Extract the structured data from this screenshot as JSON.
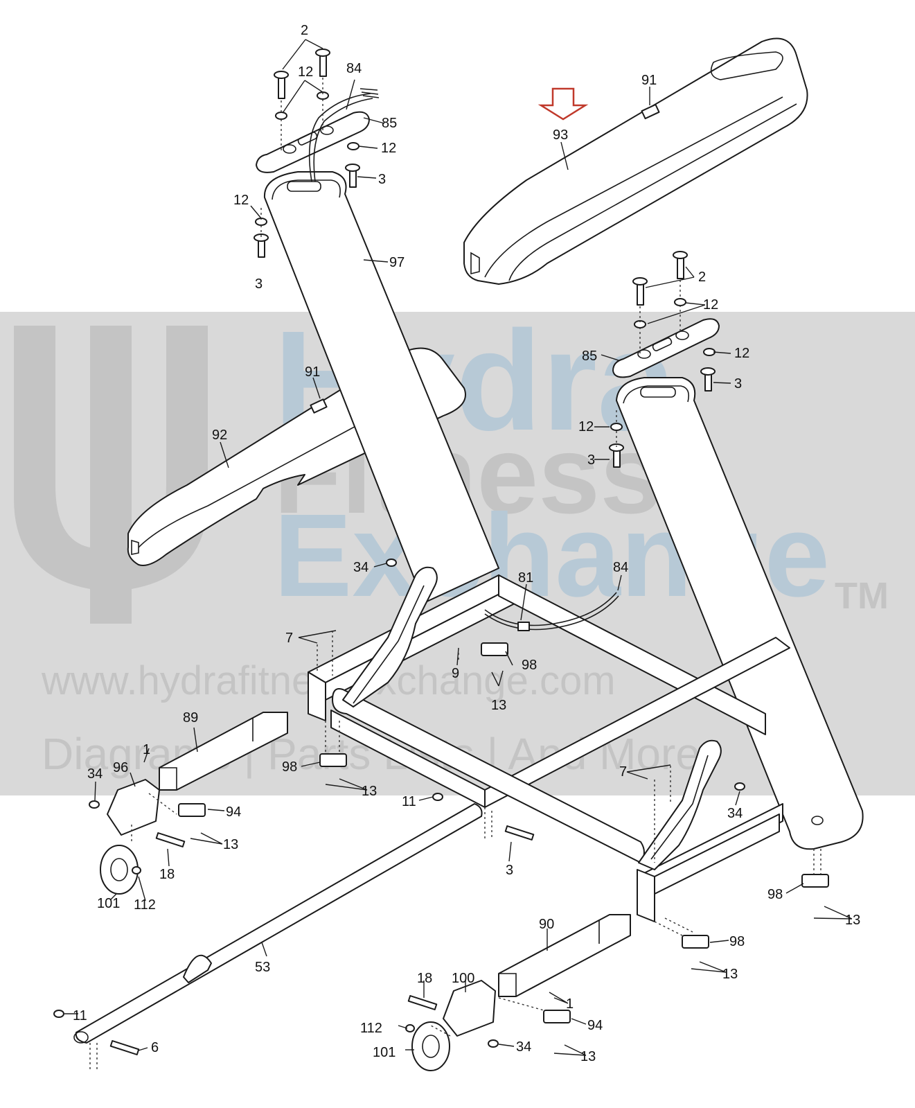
{
  "watermark": {
    "brand_line1": "Hydra",
    "brand_line2": "Fitness",
    "brand_line3": "Exchange",
    "trademark": "TM",
    "url": "www.hydrafitnessexchange.com",
    "tagline": "Diagrams | Parts Lists | And More",
    "colors": {
      "band": "#d9d9d9",
      "blue": "#b7c9d6",
      "gray": "#c4c4c4"
    }
  },
  "highlight": {
    "color": "#c0392b",
    "target_part": "93"
  },
  "callouts": {
    "c1": "2",
    "c2": "12",
    "c3": "84",
    "c4": "85",
    "c5": "12",
    "c6": "3",
    "c7": "12",
    "c8": "3",
    "c9": "97",
    "c10": "91",
    "c11": "93",
    "c12": "2",
    "c13": "12",
    "c14": "85",
    "c15": "12",
    "c16": "3",
    "c17": "12",
    "c18": "3",
    "c19": "91",
    "c20": "92",
    "c21": "34",
    "c22": "81",
    "c23": "84",
    "c24": "7",
    "c25": "9",
    "c26": "98",
    "c27": "13",
    "c28": "89",
    "c29": "1",
    "c30": "96",
    "c31": "34",
    "c32": "98",
    "c33": "13",
    "c34": "11",
    "c35": "94",
    "c36": "13",
    "c37": "18",
    "c38": "101",
    "c39": "112",
    "c40": "3",
    "c41": "7",
    "c42": "34",
    "c43": "98",
    "c44": "13",
    "c45": "90",
    "c46": "98",
    "c47": "13",
    "c48": "53",
    "c49": "18",
    "c50": "100",
    "c51": "1",
    "c52": "11",
    "c53": "112",
    "c54": "94",
    "c55": "101",
    "c56": "34",
    "c57": "13",
    "c58": "6"
  }
}
